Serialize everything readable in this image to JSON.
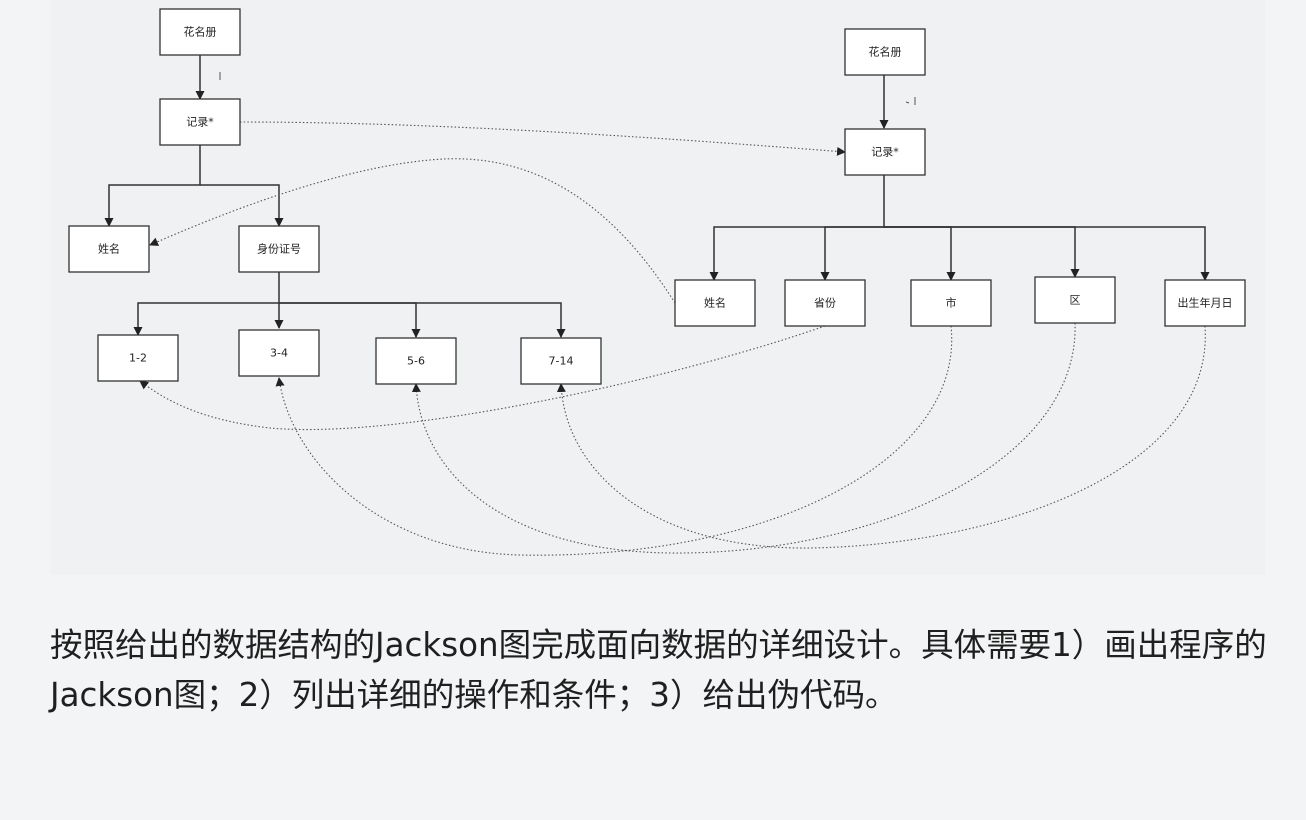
{
  "diagram": {
    "nodes": {
      "l_roster": "花名册",
      "l_record": "记录*",
      "l_name": "姓名",
      "l_id": "身份证号",
      "l_d12": "1-2",
      "l_d34": "3-4",
      "l_d56": "5-6",
      "l_d714": "7-14",
      "r_roster": "花名册",
      "r_record": "记录*",
      "r_name": "姓名",
      "r_province": "省份",
      "r_city": "市",
      "r_district": "区",
      "r_birth": "出生年月日"
    }
  },
  "question": {
    "text": "按照给出的数据结构的Jackson图完成面向数据的详细设计。具体需要1）画出程序的Jackson图；2）列出详细的操作和条件；3）给出伪代码。"
  }
}
